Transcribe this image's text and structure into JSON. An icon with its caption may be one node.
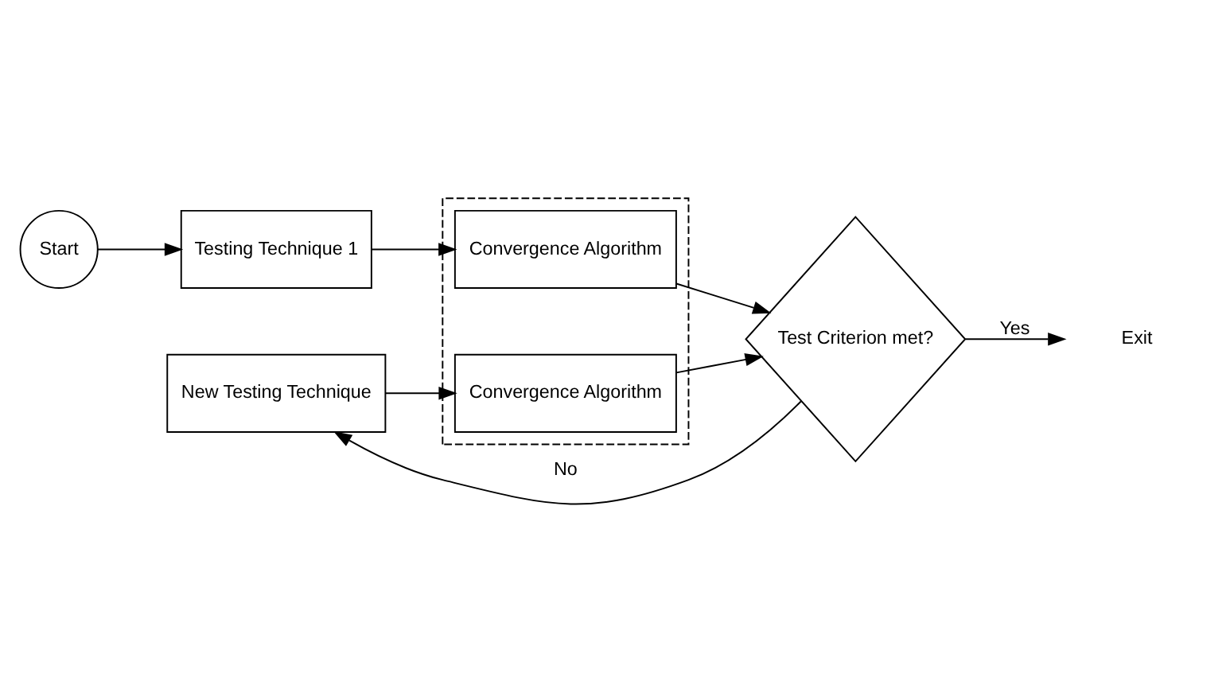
{
  "diagram": {
    "nodes": [
      {
        "text": [
          "Start"
        ]
      },
      {
        "text": [
          "Testing Technique 1"
        ]
      },
      {
        "text": [],
        "shape": "box"
      },
      {
        "text": [
          "Convergence Algorithm"
        ],
        "in": 2
      },
      {
        "text": [
          "New Testing Technique"
        ]
      },
      {
        "text": [
          "Convergence Algorithm"
        ],
        "in": 2
      },
      {
        "text": [
          "Test Criterion met?"
        ]
      },
      {
        "text": [
          "Exit"
        ]
      }
    ],
    "edges": [
      {
        "from": 0,
        "to": 1,
        "arrow": "to"
      },
      {
        "from": 1,
        "to": 3,
        "arrow": "to"
      },
      {
        "from": 3,
        "to": 6,
        "arrow": "to"
      },
      {
        "from": 4,
        "to": 5,
        "arrow": "to"
      },
      {
        "from": 5,
        "to": 6,
        "arrow": "to"
      },
      {
        "from": 6,
        "to": 7,
        "arrow": "to",
        "label": "Yes"
      },
      {
        "from": 6,
        "to": 4,
        "arrow": "to",
        "label": "No"
      }
    ]
  }
}
